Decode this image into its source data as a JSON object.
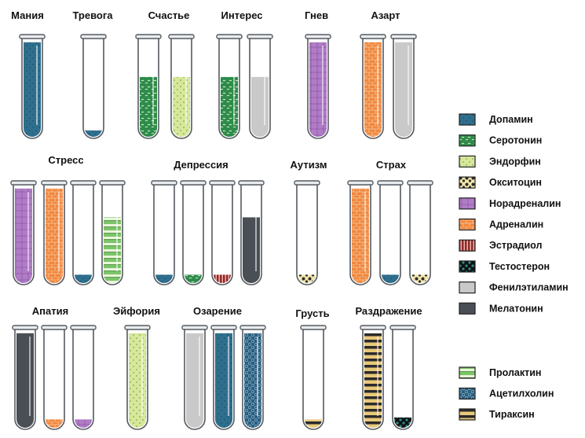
{
  "substances": {
    "dopamine": {
      "label": "Допамин",
      "color": "#2f6f8e",
      "pattern": "dots-dark"
    },
    "serotonin": {
      "label": "Серотонин",
      "color": "#2e8b4a",
      "pattern": "squiggle"
    },
    "endorphin": {
      "label": "Эндорфин",
      "color": "#d6e89a",
      "pattern": "dots-light"
    },
    "oxytocin": {
      "label": "Окситоцин",
      "color": "#2b2b2b",
      "pattern": "splotch"
    },
    "noradrenaline": {
      "label": "Норадреналин",
      "color": "#b07cc6",
      "pattern": "grid"
    },
    "adrenaline": {
      "label": "Адреналин",
      "color": "#f0883e",
      "pattern": "bricks"
    },
    "estradiol": {
      "label": "Эстрадиол",
      "color": "#8a2b2b",
      "pattern": "vstripes"
    },
    "testosterone": {
      "label": "Тестостерон",
      "color": "#2a8f8a",
      "pattern": "polka"
    },
    "phenylethylamine": {
      "label": "Фенилэтиламин",
      "color": "#c9c9c9",
      "pattern": "solid"
    },
    "melatonin": {
      "label": "Мелатонин",
      "color": "#4a4f55",
      "pattern": "solid"
    },
    "prolactin": {
      "label": "Пролактин",
      "color": "#7cc46a",
      "pattern": "hstripes"
    },
    "acetylcholine": {
      "label": "Ацетилхолин",
      "color": "#2c5f7f",
      "pattern": "hex"
    },
    "tyraxin": {
      "label": "Тираксин",
      "color": "#e8c87a",
      "pattern": "hstripes-dark"
    }
  },
  "legend": {
    "group1": [
      "dopamine",
      "serotonin",
      "endorphin",
      "oxytocin",
      "noradrenaline",
      "adrenaline",
      "estradiol",
      "testosterone",
      "phenylethylamine",
      "melatonin"
    ],
    "group2": [
      "prolactin",
      "acetylcholine",
      "tyraxin"
    ]
  },
  "emotions": [
    {
      "label": "Мания",
      "tubes": [
        {
          "fill": "dopamine",
          "level": 0.97
        }
      ]
    },
    {
      "label": "Тревога",
      "tubes": [
        {
          "fill": "dopamine",
          "level": 0.08
        }
      ]
    },
    {
      "label": "Счастье",
      "tubes": [
        {
          "fill": "serotonin",
          "level": 0.62
        },
        {
          "fill": "endorphin",
          "level": 0.62
        }
      ]
    },
    {
      "label": "Интерес",
      "tubes": [
        {
          "fill": "serotonin",
          "level": 0.62
        },
        {
          "fill": "phenylethylamine",
          "level": 0.62
        }
      ]
    },
    {
      "label": "Гнев",
      "tubes": [
        {
          "fill": "noradrenaline",
          "level": 0.97
        }
      ]
    },
    {
      "label": "Азарт",
      "tubes": [
        {
          "fill": "adrenaline",
          "level": 0.97
        },
        {
          "fill": "phenylethylamine",
          "level": 0.97
        }
      ]
    },
    {
      "label": "Стресс",
      "tubes": [
        {
          "fill": "noradrenaline",
          "level": 0.97
        },
        {
          "fill": "adrenaline",
          "level": 0.97
        },
        {
          "fill": "dopamine",
          "level": 0.1
        },
        {
          "fill": "prolactin",
          "level": 0.68
        }
      ]
    },
    {
      "label": "Депрессия",
      "tubes": [
        {
          "fill": "dopamine",
          "level": 0.1
        },
        {
          "fill": "serotonin",
          "level": 0.1
        },
        {
          "fill": "estradiol",
          "level": 0.1
        },
        {
          "fill": "melatonin",
          "level": 0.68
        }
      ]
    },
    {
      "label": "Аутизм",
      "tubes": [
        {
          "fill": "oxytocin",
          "level": 0.1
        }
      ]
    },
    {
      "label": "Страх",
      "tubes": [
        {
          "fill": "adrenaline",
          "level": 0.97
        },
        {
          "fill": "dopamine",
          "level": 0.1
        },
        {
          "fill": "oxytocin",
          "level": 0.1
        }
      ]
    },
    {
      "label": "Апатия",
      "tubes": [
        {
          "fill": "melatonin",
          "level": 0.97
        },
        {
          "fill": "adrenaline",
          "level": 0.1
        },
        {
          "fill": "noradrenaline",
          "level": 0.1
        }
      ]
    },
    {
      "label": "Эйфория",
      "tubes": [
        {
          "fill": "endorphin",
          "level": 0.97
        }
      ]
    },
    {
      "label": "Озарение",
      "tubes": [
        {
          "fill": "phenylethylamine",
          "level": 0.97
        },
        {
          "fill": "dopamine",
          "level": 0.97
        },
        {
          "fill": "acetylcholine",
          "level": 0.97
        }
      ]
    },
    {
      "label": "Грусть",
      "tubes": [
        {
          "fill": "tyraxin",
          "level": 0.1
        }
      ]
    },
    {
      "label": "Раздражение",
      "tubes": [
        {
          "fill": "tyraxin",
          "level": 0.97
        },
        {
          "fill": "testosterone",
          "level": 0.12
        }
      ]
    }
  ]
}
